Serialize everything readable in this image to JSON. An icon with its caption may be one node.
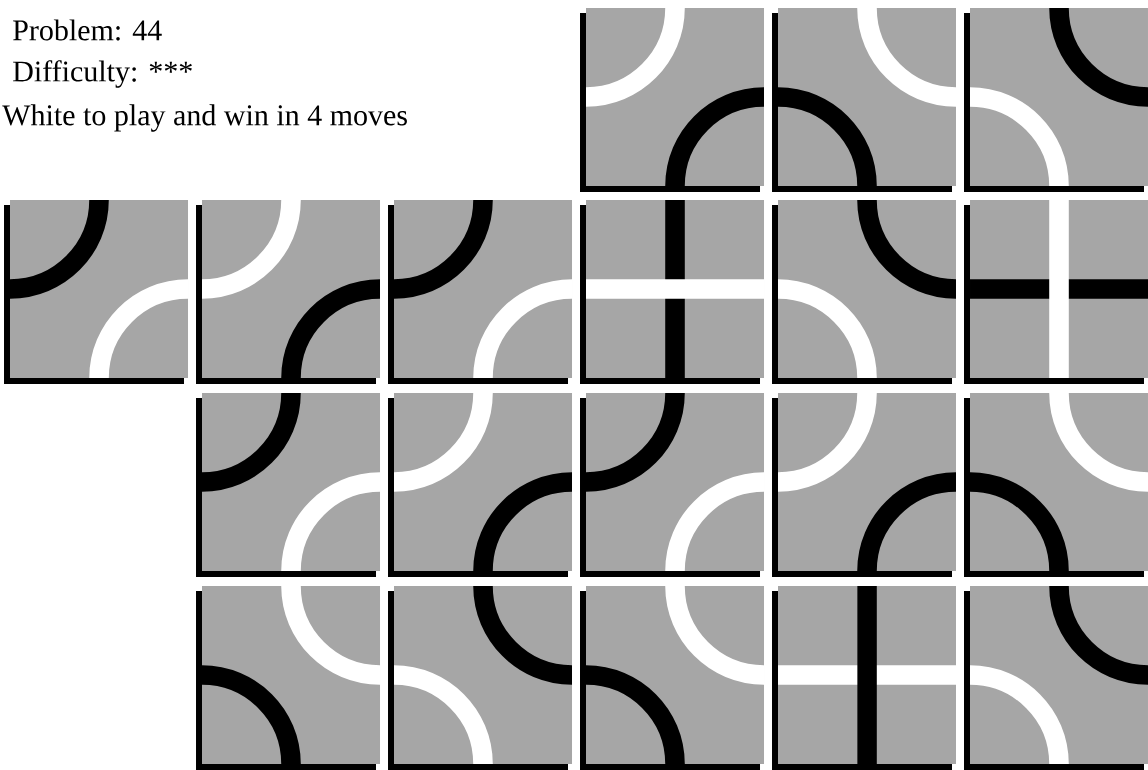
{
  "diagram": {
    "labels": [
      "Problem: 44",
      "Difficulty: ***",
      "White to play and win in 4 moves"
    ]
  }
}
